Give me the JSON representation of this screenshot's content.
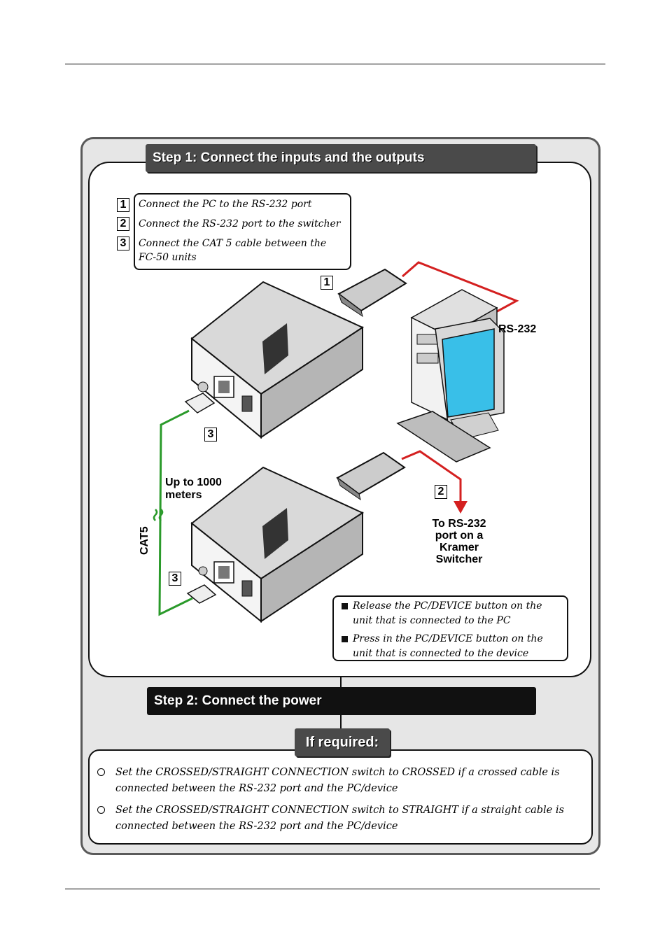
{
  "step1": {
    "title": "Step 1: Connect the inputs and the outputs",
    "instructions": [
      {
        "num": "1",
        "text": "Connect the PC to the RS-232 port"
      },
      {
        "num": "2",
        "text": "Connect the RS-232 port to the switcher"
      },
      {
        "num": "3",
        "text": "Connect the CAT 5 cable between the FC-50 units"
      }
    ]
  },
  "diagram": {
    "callout_1": "1",
    "callout_2": "2",
    "callout_3a": "3",
    "callout_3b": "3",
    "rs232_label": "RS-232",
    "distance_label": "Up to 1000 meters",
    "cable_label": "CAT5",
    "switcher_label": "To RS-232 port on a Kramer Switcher",
    "notes": [
      "Release the PC/DEVICE button on the unit that is connected  to the PC",
      "Press in the PC/DEVICE button on the unit that is connected  to the device"
    ],
    "colors": {
      "rs232_cable": "#d42020",
      "cat5_cable": "#2a9a2a",
      "screen": "#39bfe8"
    }
  },
  "step2": {
    "title": "Step 2: Connect the power"
  },
  "if_required": {
    "title": "If required:",
    "bullets": [
      "Set the CROSSED/STRAIGHT CONNECTION switch to CROSSED if a crossed cable is connected between the RS-232 port and the PC/device",
      "Set the CROSSED/STRAIGHT CONNECTION switch to STRAIGHT if a straight cable is connected between the RS-232 port and the PC/device"
    ]
  }
}
